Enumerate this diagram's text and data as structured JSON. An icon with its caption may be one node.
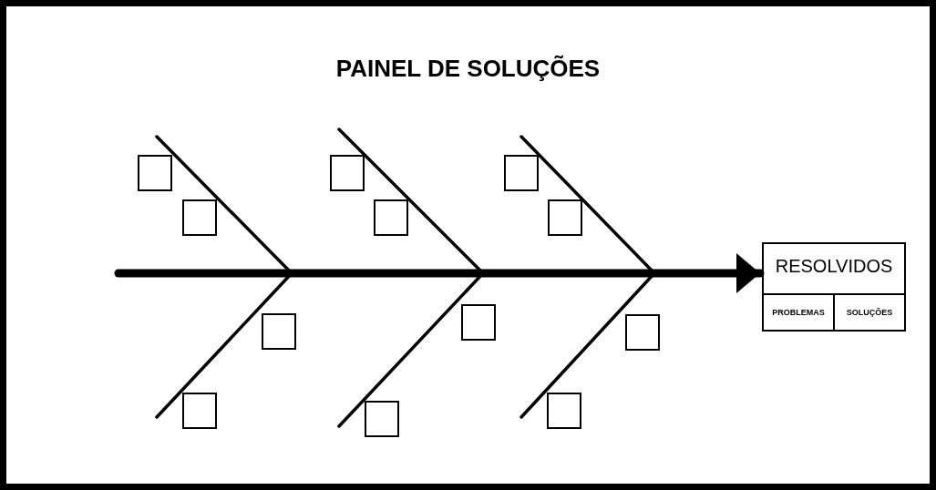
{
  "diagram": {
    "title": "PAINEL DE SOLUÇÕES",
    "nodes": [
      {
        "text": [],
        "shape": "box"
      },
      {
        "text": [],
        "shape": "box"
      },
      {
        "text": [],
        "shape": "box"
      },
      {
        "text": [],
        "shape": "box"
      },
      {
        "text": [],
        "shape": "box"
      },
      {
        "text": [],
        "shape": "box"
      },
      {
        "text": [],
        "shape": "box"
      },
      {
        "text": [],
        "shape": "box"
      },
      {
        "text": [],
        "shape": "box"
      },
      {
        "text": [],
        "shape": "box"
      },
      {
        "text": [],
        "shape": "box"
      },
      {
        "text": [],
        "shape": "box"
      },
      {
        "text": [
          "RESOLVIDOS"
        ]
      },
      {
        "text": [
          "PROBLEMAS"
        ],
        "in": 12
      },
      {
        "text": [
          "SOLUÇÕES"
        ],
        "in": 12
      }
    ],
    "edges": [
      {
        "from": null,
        "to": 12,
        "arrow": "to"
      }
    ]
  }
}
